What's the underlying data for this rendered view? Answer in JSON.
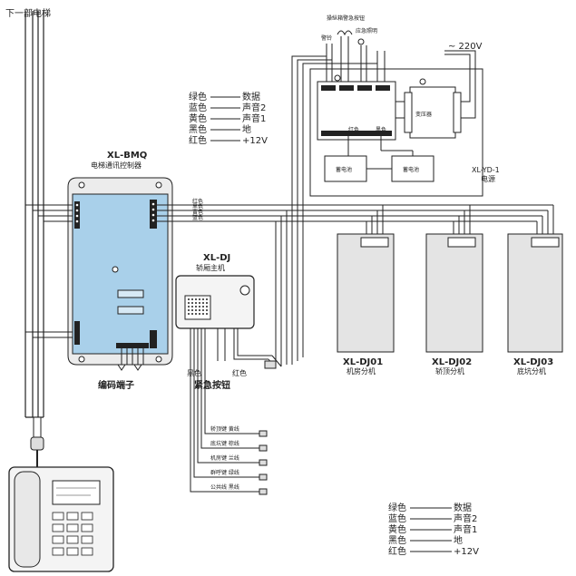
{
  "top_label": "下一部电梯",
  "legend_top": [
    {
      "color_name": "绿色",
      "meaning": "数据"
    },
    {
      "color_name": "蓝色",
      "meaning": "声音2"
    },
    {
      "color_name": "黄色",
      "meaning": "声音1"
    },
    {
      "color_name": "黑色",
      "meaning": "地"
    },
    {
      "color_name": "红色",
      "meaning": "+12V"
    }
  ],
  "legend_bottom": [
    {
      "color_name": "绿色",
      "meaning": "数据"
    },
    {
      "color_name": "蓝色",
      "meaning": "声音2"
    },
    {
      "color_name": "黄色",
      "meaning": "声音1"
    },
    {
      "color_name": "黑色",
      "meaning": "地"
    },
    {
      "color_name": "红色",
      "meaning": "+12V"
    }
  ],
  "controller": {
    "model": "XL-BMQ",
    "name": "电梯通讯控制器",
    "terminal_label": "编码端子"
  },
  "main_unit": {
    "model": "XL-DJ",
    "name": "轿厢主机",
    "wire_black": "黑色",
    "wire_red": "红色",
    "button_label": "紧急按钮"
  },
  "power": {
    "model": "XL-YD-1",
    "name": "电源",
    "alarm_button": "操纵箱警急按钮",
    "bell": "警铃",
    "emergency_light": "应急照明",
    "voltage": "~ 220V",
    "transformer": "变压器",
    "red_wire": "红色",
    "black_wire": "黑色",
    "battery1": "蓄电池",
    "battery2": "蓄电池"
  },
  "extensions": [
    {
      "model": "XL-DJ01",
      "name": "机房分机"
    },
    {
      "model": "XL-DJ02",
      "name": "轿顶分机"
    },
    {
      "model": "XL-DJ03",
      "name": "底坑分机"
    }
  ],
  "bus_wire_labels": [
    "红色",
    "黑色",
    "黄色",
    "蓝色"
  ],
  "key_wires": [
    "轿顶键 黄线",
    "底坑键 棕线",
    "机房键 兰线",
    "群呼键 绿线",
    "公共线 黑线"
  ],
  "colors": {
    "controller_fill": "#a9d0ea",
    "extension_fill": "#e4e4e4",
    "line": "#222222"
  }
}
